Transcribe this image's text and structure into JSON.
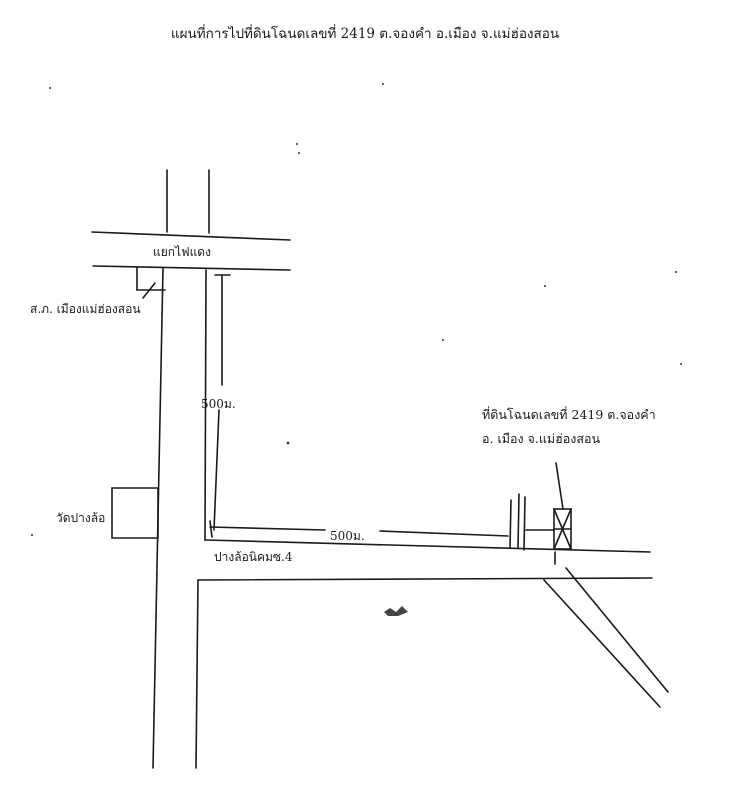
{
  "title": "แผนที่การไปที่ดินโฉนดเลขที่ 2419 ต.จองคำ อ.เมือง จ.แม่ฮ่องสอน",
  "labels": {
    "intersection": "แยกไฟแดง",
    "police_station": "ส.ภ. เมืองแม่ฮ่องสอน",
    "distance_vertical": "500ม.",
    "distance_horizontal": "500ม.",
    "temple": "วัดปางล้อ",
    "road_name": "ปางล้อนิคมซ.4",
    "land_line1": "ที่ดินโฉนดเลขที่ 2419 ต.จองคำ",
    "land_line2": "อ. เมือง จ.แม่ฮ่องสอน"
  }
}
